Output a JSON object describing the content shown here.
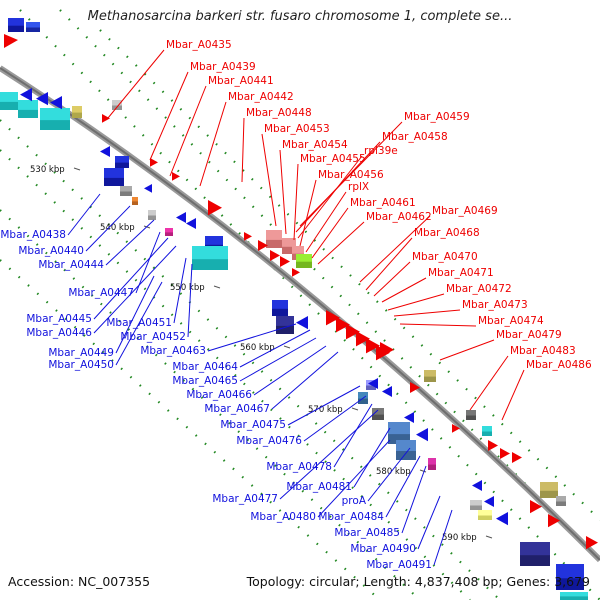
{
  "title": "Methanosarcina barkeri str. fusaro chromosome 1, complete se...",
  "footer": {
    "accession": "Accession: NC_007355",
    "summary": "Topology: circular; Length: 4,837,408 bp; Genes: 3,679"
  },
  "colors": {
    "forward_strand": "#ee0000",
    "reverse_strand": "#1111dd",
    "backbone": "#888888",
    "gc_dots": "#228822"
  },
  "ticks": [
    "530 kbp",
    "540 kbp",
    "550 kbp",
    "560 kbp",
    "570 kbp",
    "580 kbp",
    "590 kbp"
  ],
  "forward_genes": [
    "Mbar_A0435",
    "Mbar_A0439",
    "Mbar_A0441",
    "Mbar_A0442",
    "Mbar_A0448",
    "Mbar_A0453",
    "Mbar_A0454",
    "Mbar_A0455",
    "Mbar_A0456",
    "rplX",
    "Mbar_A0461",
    "Mbar_A0462",
    "Mbar_A0459",
    "Mbar_A0458",
    "rpl39e",
    "Mbar_A0469",
    "Mbar_A0468",
    "Mbar_A0470",
    "Mbar_A0471",
    "Mbar_A0472",
    "Mbar_A0473",
    "Mbar_A0474",
    "Mbar_A0479",
    "Mbar_A0483",
    "Mbar_A0486"
  ],
  "reverse_genes": [
    "Mbar_A0438",
    "Mbar_A0440",
    "Mbar_A0444",
    "Mbar_A0447",
    "Mbar_A0445",
    "Mbar_A0446",
    "Mbar_A0451",
    "Mbar_A0452",
    "Mbar_A0449",
    "Mbar_A0450",
    "Mbar_A0463",
    "Mbar_A0464",
    "Mbar_A0465",
    "Mbar_A0466",
    "Mbar_A0467",
    "Mbar_A0475",
    "Mbar_A0476",
    "Mbar_A0478",
    "Mbar_A0477",
    "Mbar_A0481",
    "Mbar_A0480",
    "proA",
    "Mbar_A0484",
    "Mbar_A0485",
    "Mbar_A0490",
    "Mbar_A0491"
  ]
}
